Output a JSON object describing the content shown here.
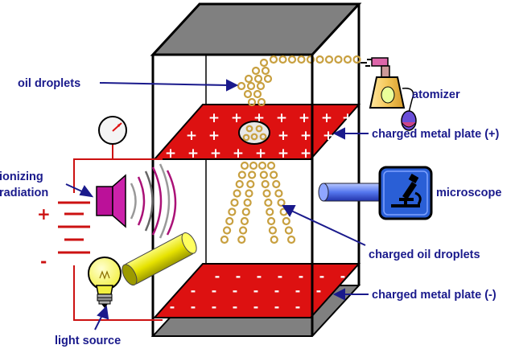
{
  "labels": {
    "oil_droplets": "oil droplets",
    "atomizer": "atomizer",
    "plate_positive": "charged metal plate (+)",
    "ionizing": "ionizing",
    "radiation": "radiation",
    "microscope": "microscope",
    "charged_oil_droplets": "charged oil droplets",
    "plate_negative": "charged metal plate (-)",
    "light_source": "light source"
  },
  "symbols": {
    "plus": "+",
    "minus": "-"
  },
  "colors": {
    "label_text": "#1a1a8c",
    "plate": "#dd1111",
    "droplet": "#c8a040",
    "wire": "#cc1111",
    "speaker": "#bb1199",
    "light_beam": "#e6e200",
    "microscope_tube": "#5577ee",
    "chamber_cap": "#808080"
  },
  "icons": [
    "pressure-gauge-icon",
    "speaker-icon",
    "light-bulb-icon",
    "microscope-icon",
    "atomizer-icon"
  ]
}
